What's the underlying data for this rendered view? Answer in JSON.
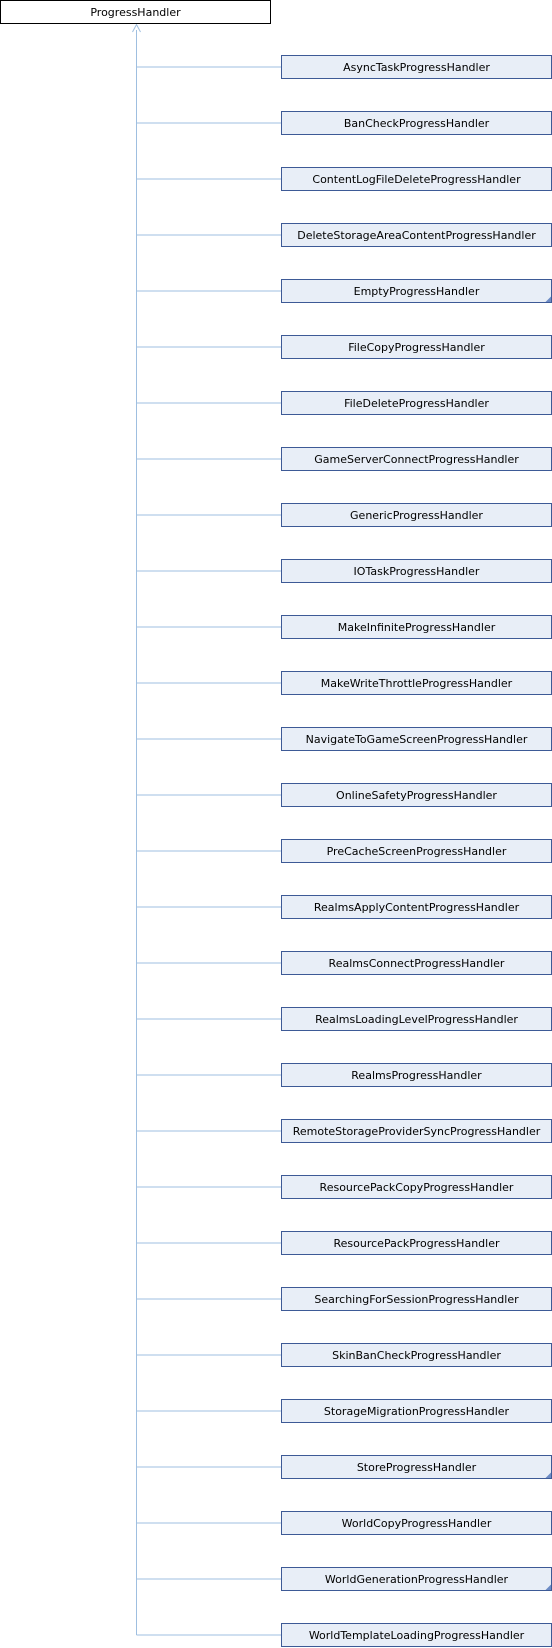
{
  "diagram": {
    "base_class": "ProgressHandler",
    "derived_classes": [
      {
        "name": "AsyncTaskProgressHandler",
        "has_more": false
      },
      {
        "name": "BanCheckProgressHandler",
        "has_more": false
      },
      {
        "name": "ContentLogFileDeleteProgressHandler",
        "has_more": false
      },
      {
        "name": "DeleteStorageAreaContentProgressHandler",
        "has_more": false
      },
      {
        "name": "EmptyProgressHandler",
        "has_more": true
      },
      {
        "name": "FileCopyProgressHandler",
        "has_more": false
      },
      {
        "name": "FileDeleteProgressHandler",
        "has_more": false
      },
      {
        "name": "GameServerConnectProgressHandler",
        "has_more": false
      },
      {
        "name": "GenericProgressHandler",
        "has_more": false
      },
      {
        "name": "IOTaskProgressHandler",
        "has_more": false
      },
      {
        "name": "MakeInfiniteProgressHandler",
        "has_more": false
      },
      {
        "name": "MakeWriteThrottleProgressHandler",
        "has_more": false
      },
      {
        "name": "NavigateToGameScreenProgressHandler",
        "has_more": false
      },
      {
        "name": "OnlineSafetyProgressHandler",
        "has_more": false
      },
      {
        "name": "PreCacheScreenProgressHandler",
        "has_more": false
      },
      {
        "name": "RealmsApplyContentProgressHandler",
        "has_more": false
      },
      {
        "name": "RealmsConnectProgressHandler",
        "has_more": false
      },
      {
        "name": "RealmsLoadingLevelProgressHandler",
        "has_more": false
      },
      {
        "name": "RealmsProgressHandler",
        "has_more": false
      },
      {
        "name": "RemoteStorageProviderSyncProgressHandler",
        "has_more": false
      },
      {
        "name": "ResourcePackCopyProgressHandler",
        "has_more": false
      },
      {
        "name": "ResourcePackProgressHandler",
        "has_more": false
      },
      {
        "name": "SearchingForSessionProgressHandler",
        "has_more": false
      },
      {
        "name": "SkinBanCheckProgressHandler",
        "has_more": false
      },
      {
        "name": "StorageMigrationProgressHandler",
        "has_more": false
      },
      {
        "name": "StoreProgressHandler",
        "has_more": true
      },
      {
        "name": "WorldCopyProgressHandler",
        "has_more": false
      },
      {
        "name": "WorldGenerationProgressHandler",
        "has_more": true
      },
      {
        "name": "WorldTemplateLoadingProgressHandler",
        "has_more": false
      }
    ],
    "colors": {
      "base_fill": "#ffffff",
      "base_stroke": "#000000",
      "node_fill": "#e8eef7",
      "node_stroke": "#3d5a96",
      "edge": "#9fbfe0",
      "more_marker": "#6d8bc5"
    }
  }
}
